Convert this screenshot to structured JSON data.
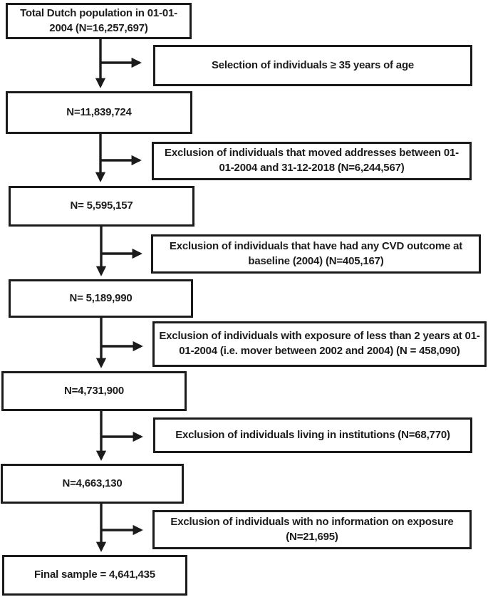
{
  "flowchart": {
    "description": "Study population selection flow diagram",
    "colors": {
      "border": "#1b1b1b",
      "text": "#1c1c1c",
      "background": "#ffffff",
      "arrow": "#1b1b1b"
    },
    "steps": [
      {
        "label": "Total Dutch population in 01-01-2004 (N=16,257,697)",
        "n": 16257697
      },
      {
        "label": "N=11,839,724",
        "n": 11839724
      },
      {
        "label": "N= 5,595,157",
        "n": 5595157
      },
      {
        "label": "N= 5,189,990",
        "n": 5189990
      },
      {
        "label": "N=4,731,900",
        "n": 4731900
      },
      {
        "label": "N=4,663,130",
        "n": 4663130
      },
      {
        "label": "Final sample = 4,641,435",
        "n": 4641435
      }
    ],
    "exclusions": [
      {
        "label": "Selection of individuals ≥ 35 years of age"
      },
      {
        "label": "Exclusion of individuals that moved addresses between 01-01-2004 and 31-12-2018 (N=6,244,567)",
        "n": 6244567
      },
      {
        "label": "Exclusion of individuals that have had any CVD outcome at baseline (2004) (N=405,167)",
        "n": 405167
      },
      {
        "label": "Exclusion of individuals with exposure of less than 2 years at 01-01-2004 (i.e. mover between 2002 and 2004) (N = 458,090)",
        "n": 458090
      },
      {
        "label": "Exclusion of individuals living in institutions (N=68,770)",
        "n": 68770
      },
      {
        "label": "Exclusion of individuals with no information on exposure (N=21,695)",
        "n": 21695
      }
    ]
  }
}
